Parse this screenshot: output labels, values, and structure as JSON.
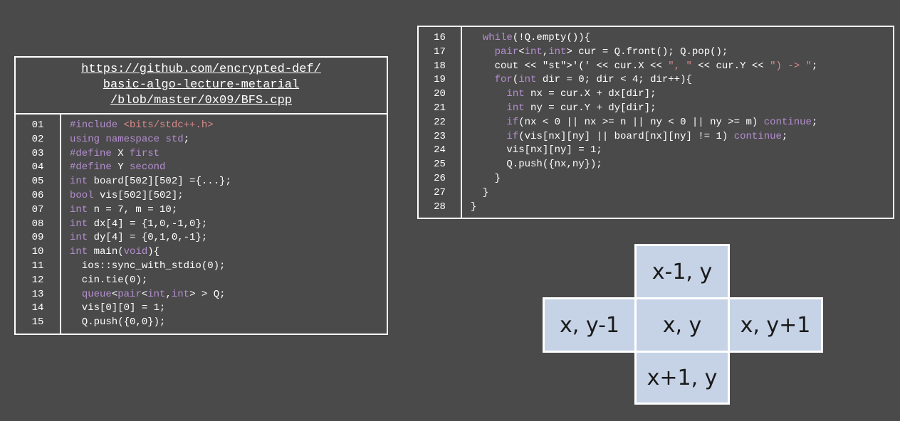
{
  "url_lines": [
    "https://github.com/encrypted-def/",
    "basic-algo-lecture-metarial",
    "/blob/master/0x09/BFS.cpp"
  ],
  "left_code": {
    "line_numbers": [
      "01",
      "02",
      "03",
      "04",
      "05",
      "06",
      "07",
      "08",
      "09",
      "10",
      "11",
      "12",
      "13",
      "14",
      "15"
    ],
    "lines": [
      "#include <bits/stdc++.h>",
      "using namespace std;",
      "#define X first",
      "#define Y second",
      "int board[502][502] ={...};",
      "bool vis[502][502];",
      "int n = 7, m = 10;",
      "int dx[4] = {1,0,-1,0};",
      "int dy[4] = {0,1,0,-1};",
      "int main(void){",
      "  ios::sync_with_stdio(0);",
      "  cin.tie(0);",
      "  queue<pair<int,int> > Q;",
      "  vis[0][0] = 1;",
      "  Q.push({0,0});"
    ]
  },
  "right_code": {
    "line_numbers": [
      "16",
      "17",
      "18",
      "19",
      "20",
      "21",
      "22",
      "23",
      "24",
      "25",
      "26",
      "27",
      "28"
    ],
    "lines": [
      "  while(!Q.empty()){",
      "    pair<int,int> cur = Q.front(); Q.pop();",
      "    cout << '(' << cur.X << \", \" << cur.Y << \") -> \";",
      "    for(int dir = 0; dir < 4; dir++){",
      "      int nx = cur.X + dx[dir];",
      "      int ny = cur.Y + dy[dir];",
      "      if(nx < 0 || nx >= n || ny < 0 || ny >= m) continue;",
      "      if(vis[nx][ny] || board[nx][ny] != 1) continue;",
      "      vis[nx][ny] = 1;",
      "      Q.push({nx,ny});",
      "    }",
      "  }",
      "}"
    ]
  },
  "grid": {
    "top": "x-1, y",
    "left": "x, y-1",
    "center": "x, y",
    "right": "x, y+1",
    "bottom": "x+1, y"
  },
  "colors": {
    "background": "#4a4a4a",
    "cell": "#c6d3e6",
    "keyword": "#b58fd0",
    "string": "#d98a8a"
  }
}
